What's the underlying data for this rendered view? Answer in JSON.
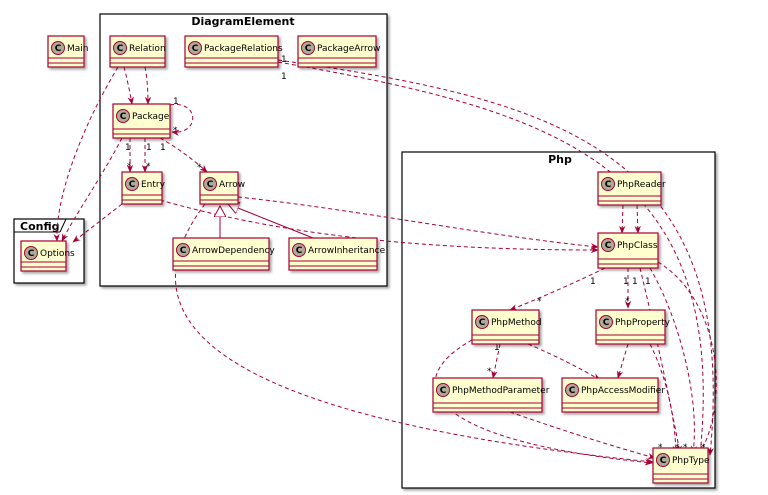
{
  "packages": {
    "diagram_element": "DiagramElement",
    "config": "Config",
    "php": "Php"
  },
  "class_icon_letter": "C",
  "classes": {
    "main": "Main",
    "relation": "Relation",
    "package_relations": "PackageRelations",
    "package_arrow": "PackageArrow",
    "package": "Package",
    "entry": "Entry",
    "arrow": "Arrow",
    "arrow_dependency": "ArrowDependency",
    "arrow_inheritance": "ArrowInheritance",
    "options": "Options",
    "php_reader": "PhpReader",
    "php_class": "PhpClass",
    "php_method": "PhpMethod",
    "php_property": "PhpProperty",
    "php_method_parameter": "PhpMethodParameter",
    "php_access_modifier": "PhpAccessModifier",
    "php_type": "PhpType"
  },
  "multiplicities": {
    "one": "1",
    "many": "*"
  },
  "colors": {
    "class_fill": "#fefece",
    "class_border": "#a80036",
    "icon_circle": "#adaa98",
    "arrow": "#a80036",
    "package_border": "#000000"
  }
}
